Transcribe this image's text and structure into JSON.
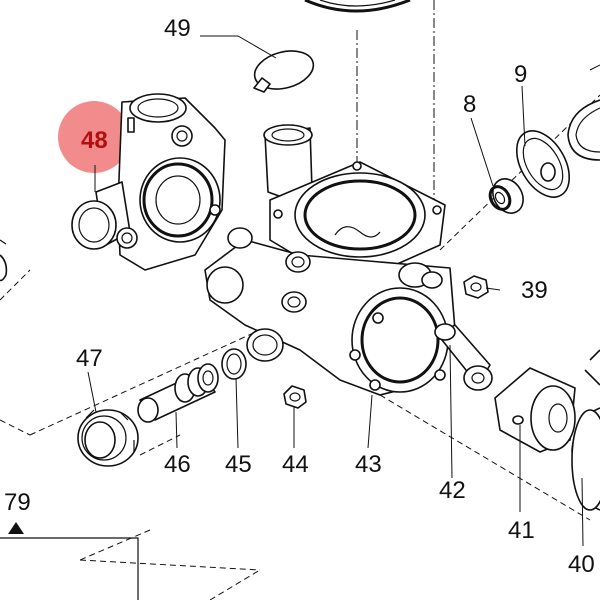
{
  "diagram": {
    "highlight_color": "#f28b8b",
    "highlight_text_color": "#b01010",
    "labels": {
      "p49": "49",
      "p48": "48",
      "p9": "9",
      "p8": "8",
      "p39": "39",
      "p47": "47",
      "p46": "46",
      "p45": "45",
      "p44": "44",
      "p43": "43",
      "p42": "42",
      "p41": "41",
      "p40": "40",
      "p79": "79"
    }
  }
}
